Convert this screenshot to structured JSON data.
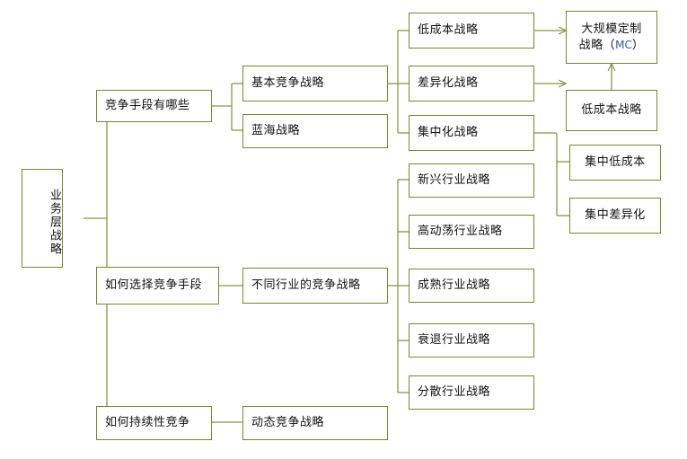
{
  "diagram": {
    "title": "业务层战略",
    "type": "tree-mindmap",
    "orientation": "left-to-right",
    "colors": {
      "border": "#78862f",
      "connector": "#889645",
      "text": "#111111",
      "accent": "#2f5f8f",
      "background": "#ffffff"
    }
  },
  "nodes": {
    "root": {
      "label": "业务层战略"
    },
    "level1": [
      {
        "id": "n-means",
        "label": "竞争手段有哪些"
      },
      {
        "id": "n-choose",
        "label": "如何选择竞争手段"
      },
      {
        "id": "n-sustain",
        "label": "如何持续性竞争"
      }
    ],
    "level2": [
      {
        "id": "n-basic",
        "label": "基本竞争战略"
      },
      {
        "id": "n-blue",
        "label": "蓝海战略"
      },
      {
        "id": "n-industry",
        "label": "不同行业的竞争战略"
      },
      {
        "id": "n-dynamic",
        "label": "动态竞争战略"
      }
    ],
    "generic_strategies": [
      {
        "id": "n-lowcost",
        "label": "低成本战略"
      },
      {
        "id": "n-diff",
        "label": "差异化战略"
      },
      {
        "id": "n-focus",
        "label": "集中化战略"
      }
    ],
    "industry_strategies": [
      {
        "id": "n-emerging",
        "label": "新兴行业战略"
      },
      {
        "id": "n-turbulent",
        "label": "高动荡行业战略"
      },
      {
        "id": "n-mature",
        "label": "成熟行业战略"
      },
      {
        "id": "n-decline",
        "label": "衰退行业战略"
      },
      {
        "id": "n-fragment",
        "label": "分散行业战略"
      }
    ],
    "outcomes": [
      {
        "id": "n-mc",
        "label_line1": "大规模定制",
        "label_line2_prefix": "战略（",
        "label_abbr": "MC",
        "label_line2_suffix": "）"
      },
      {
        "id": "n-lowcost2",
        "label": "低成本战略"
      },
      {
        "id": "n-focuslow",
        "label": "集中低成本"
      },
      {
        "id": "n-focusdiff",
        "label": "集中差异化"
      }
    ]
  },
  "edges": {
    "arrow_edges": [
      {
        "from": "n-lowcost",
        "to": "n-mc",
        "style": "arrow"
      },
      {
        "from": "n-diff",
        "to": "n-lowcost2",
        "style": "arrow"
      },
      {
        "from": "n-lowcost2",
        "to": "n-mc",
        "style": "arrow-up"
      }
    ]
  }
}
